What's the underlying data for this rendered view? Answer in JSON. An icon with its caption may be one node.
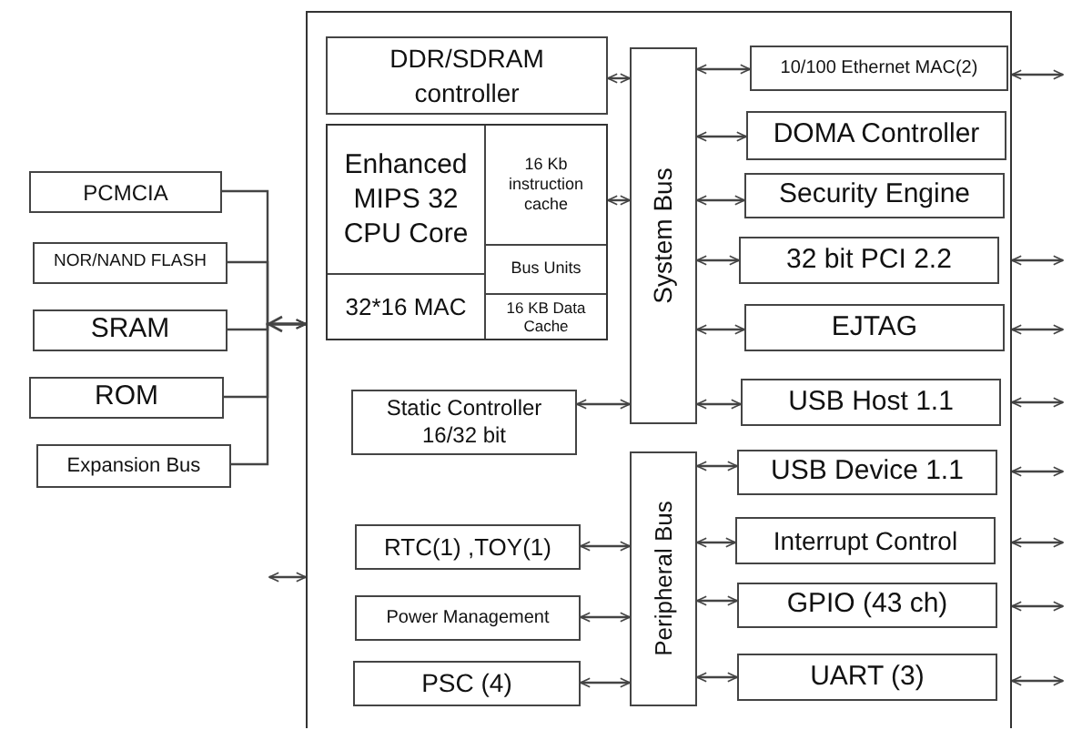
{
  "diagram": {
    "nodes": [
      {
        "text": [
          "PCMCIA"
        ]
      },
      {
        "text": [
          "NOR/NAND FLASH"
        ]
      },
      {
        "text": [
          "SRAM"
        ]
      },
      {
        "text": [
          "ROM"
        ]
      },
      {
        "text": [
          "Expansion Bus"
        ]
      },
      {
        "text": [],
        "shape": "box"
      },
      {
        "text": [
          "DDR/SDRAM controller"
        ],
        "in": 5
      },
      {
        "text": [],
        "shape": "box",
        "in": 5
      },
      {
        "text": [
          "Enhanced MIPS 32 CPU Core"
        ],
        "in": 7
      },
      {
        "text": [
          "16 Kb instruction cache"
        ],
        "in": 7
      },
      {
        "text": [
          "Bus Units"
        ],
        "in": 7
      },
      {
        "text": [
          "32*16 MAC"
        ],
        "in": 7
      },
      {
        "text": [
          "16 KB Data Cache"
        ],
        "in": 7
      },
      {
        "text": [
          "System Bus"
        ],
        "in": 5
      },
      {
        "text": [
          "Static Controller 16/32 bit"
        ],
        "in": 5
      },
      {
        "text": [
          "Peripheral Bus"
        ],
        "in": 5
      },
      {
        "text": [
          "RTC(1) ,TOY(1)"
        ],
        "in": 5
      },
      {
        "text": [
          "Power Management"
        ],
        "in": 5
      },
      {
        "text": [
          "PSC (4)"
        ],
        "in": 5
      },
      {
        "text": [
          "10/100 Ethernet MAC(2)"
        ],
        "in": 5
      },
      {
        "text": [
          "DOMA Controller"
        ],
        "in": 5
      },
      {
        "text": [
          "Security Engine"
        ],
        "in": 5
      },
      {
        "text": [
          "32 bit PCI 2.2"
        ],
        "in": 5
      },
      {
        "text": [
          "EJTAG"
        ],
        "in": 5
      },
      {
        "text": [
          "USB Host 1.1"
        ],
        "in": 5
      },
      {
        "text": [
          "USB Device 1.1"
        ],
        "in": 5
      },
      {
        "text": [
          "Interrupt Control"
        ],
        "in": 5
      },
      {
        "text": [
          "GPIO (43 ch)"
        ],
        "in": 5
      },
      {
        "text": [
          "UART (3)"
        ],
        "in": 5
      }
    ],
    "edges": [
      {
        "from": 0,
        "to": 5,
        "arrow": "to"
      },
      {
        "from": 1,
        "to": 5,
        "arrow": "to"
      },
      {
        "from": 2,
        "to": 5,
        "arrow": "to"
      },
      {
        "from": 3,
        "to": 5,
        "arrow": "to"
      },
      {
        "from": 4,
        "to": 5,
        "arrow": "to"
      },
      {
        "from": null,
        "to": 5,
        "arrow": "both"
      },
      {
        "from": 6,
        "to": 13,
        "arrow": "both"
      },
      {
        "from": 9,
        "to": 13,
        "arrow": "both"
      },
      {
        "from": 14,
        "to": 13,
        "arrow": "both"
      },
      {
        "from": 16,
        "to": 15,
        "arrow": "both"
      },
      {
        "from": 17,
        "to": 15,
        "arrow": "both"
      },
      {
        "from": 18,
        "to": 15,
        "arrow": "both"
      },
      {
        "from": 13,
        "to": 19,
        "arrow": "both"
      },
      {
        "from": 13,
        "to": 20,
        "arrow": "both"
      },
      {
        "from": 13,
        "to": 21,
        "arrow": "both"
      },
      {
        "from": 13,
        "to": 22,
        "arrow": "both"
      },
      {
        "from": 13,
        "to": 23,
        "arrow": "both"
      },
      {
        "from": 13,
        "to": 24,
        "arrow": "both"
      },
      {
        "from": 15,
        "to": 25,
        "arrow": "both"
      },
      {
        "from": 15,
        "to": 26,
        "arrow": "both"
      },
      {
        "from": 15,
        "to": 27,
        "arrow": "both"
      },
      {
        "from": 15,
        "to": 28,
        "arrow": "both"
      },
      {
        "from": 5,
        "to": null,
        "arrow": "both"
      },
      {
        "from": 5,
        "to": null,
        "arrow": "both"
      },
      {
        "from": 5,
        "to": null,
        "arrow": "both"
      },
      {
        "from": 5,
        "to": null,
        "arrow": "both"
      },
      {
        "from": 5,
        "to": null,
        "arrow": "both"
      },
      {
        "from": 5,
        "to": null,
        "arrow": "both"
      },
      {
        "from": 5,
        "to": null,
        "arrow": "both"
      },
      {
        "from": 5,
        "to": null,
        "arrow": "both"
      }
    ]
  }
}
